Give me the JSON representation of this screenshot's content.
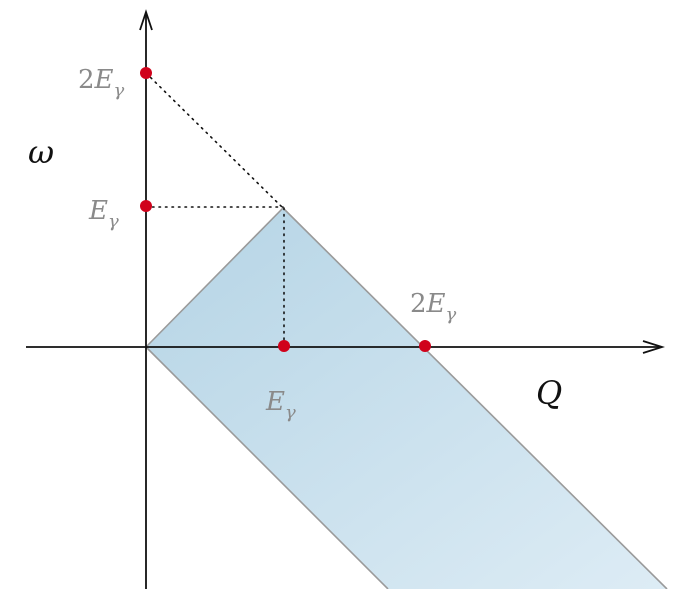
{
  "diagram": {
    "type": "kinematic-region",
    "axes": {
      "vertical": {
        "label": "ω"
      },
      "horizontal": {
        "label": "Q"
      }
    },
    "points": {
      "y_upper": {
        "label_prefix": "2",
        "label_main": "E",
        "label_sub": "γ",
        "meaning": "2E_γ on ω axis"
      },
      "y_lower": {
        "label_prefix": "",
        "label_main": "E",
        "label_sub": "γ",
        "meaning": "E_γ on ω axis"
      },
      "x_lower": {
        "label_prefix": "",
        "label_main": "E",
        "label_sub": "γ",
        "meaning": "E_γ on Q axis"
      },
      "x_upper": {
        "label_prefix": "2",
        "label_main": "E",
        "label_sub": "γ",
        "meaning": "2E_γ on Q axis"
      }
    },
    "colors": {
      "axis": "#111111",
      "marker": "#d0021b",
      "region_fill_start": "#b7d6e6",
      "region_fill_end": "#dbeaf4",
      "region_edge": "#999999",
      "label_gray": "#8a8a8a",
      "guide": "#111111"
    }
  }
}
